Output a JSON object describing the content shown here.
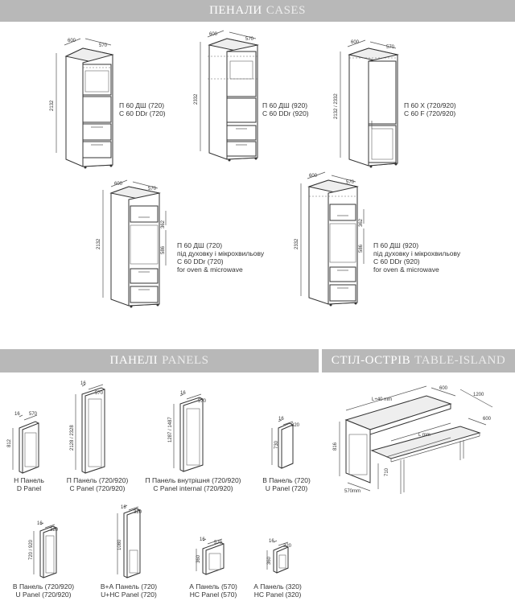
{
  "header": {
    "ua": "ПЕНАЛИ",
    "en": "CASES"
  },
  "cases": [
    {
      "code": "П 60 ДШ (720)",
      "code2": "С 60 DDr (720)",
      "w": "600",
      "d": "570",
      "h": "2132"
    },
    {
      "code": "П 60 ДШ (920)",
      "code2": "С 60 DDr (920)",
      "w": "600",
      "d": "570",
      "h": "2332"
    },
    {
      "code": "П 60 Х (720/920)",
      "code2": "С 60 F (720/920)",
      "w": "600",
      "d": "570",
      "h": "2132 / 2332"
    },
    {
      "code": "П 60 ДШ (720)",
      "line2": "під духовку і мікрохвильову",
      "code2": "С 60 DDr (720)",
      "line4": "for oven & microwave",
      "w": "600",
      "d": "570",
      "h": "2132",
      "s1": "362",
      "s2": "586"
    },
    {
      "code": "П 60 ДШ (920)",
      "line2": "під духовку і мікрохвильову",
      "code2": "С 60 DDr (920)",
      "line4": "for oven & microwave",
      "w": "600",
      "d": "570",
      "h": "2332",
      "s1": "362",
      "s2": "586"
    }
  ],
  "panels_header": {
    "ua": "ПАНЕЛІ",
    "en": "PANELS"
  },
  "island_header": {
    "ua": "СТІЛ-ОСТРІВ",
    "en": "TABLE-ISLAND"
  },
  "panels": [
    {
      "ua": "Н Панель",
      "en": "D Panel",
      "t": "16",
      "w": "570",
      "h": "812"
    },
    {
      "ua": "П Панель (720/920)",
      "en": "C Panel (720/920)",
      "t": "16",
      "w": "570",
      "h": "2128 / 2328"
    },
    {
      "ua": "П Панель внутрішня (720/920)",
      "en": "C Panel internal (720/920)",
      "t": "16",
      "w": "570",
      "h": "1287 / 1487"
    },
    {
      "ua": "В Панель (720)",
      "en": "U Panel (720)",
      "t": "16",
      "w": "320",
      "h": "730"
    },
    {
      "ua": "В Панель (720/920)",
      "en": "U Panel (720/920)",
      "t": "16",
      "w": "320",
      "h": "720 / 920"
    },
    {
      "ua": "В+А Панель (720)",
      "en": "U+HC Panel (720)",
      "t": "16",
      "w": "320",
      "h": "1080"
    },
    {
      "ua": "А Панель (570)",
      "en": "HC Panel (570)",
      "t": "16",
      "w": "570",
      "h": "360"
    },
    {
      "ua": "А Панель (320)",
      "en": "HC Panel (320)",
      "t": "16",
      "w": "320",
      "h": "360"
    }
  ],
  "island": {
    "L40": "L+40 mm",
    "d600a": "600",
    "d1200": "1200",
    "d600b": "600",
    "L": "L mm",
    "h816": "816",
    "h710": "710",
    "w570": "570mm"
  }
}
